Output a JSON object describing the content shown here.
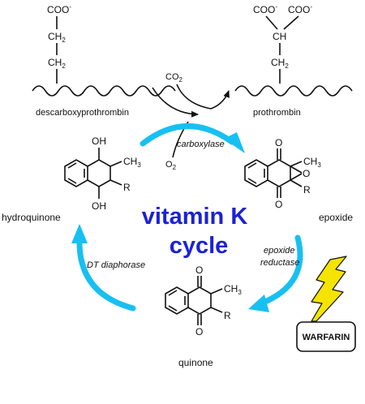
{
  "top": {
    "left_protein": {
      "group": "COO",
      "charge": "-",
      "ch2_upper": "CH",
      "ch2_upper_sub": "2",
      "ch2_lower": "CH",
      "ch2_lower_sub": "2",
      "label": "descarboxyprothrombin"
    },
    "right_protein": {
      "group_left": "COO",
      "group_right": "COO",
      "charge": "-",
      "ch": "CH",
      "ch2": "CH",
      "ch2_sub": "2",
      "label": "prothrombin"
    },
    "co2": "CO",
    "co2_sub": "2",
    "o2": "O",
    "o2_sub": "2",
    "enzyme": "carboxylase"
  },
  "center": {
    "line1": "vitamin K",
    "line2": "cycle"
  },
  "hydroquinone": {
    "label": "hydroquinone",
    "oh_top": "OH",
    "oh_bottom": "OH",
    "ch3": "CH",
    "ch3_sub": "3",
    "r": "R"
  },
  "epoxide": {
    "label": "epoxide",
    "o_top": "O",
    "o_bottom": "O",
    "o_ring": "O",
    "ch3": "CH",
    "ch3_sub": "3",
    "r": "R"
  },
  "quinone": {
    "label": "quinone",
    "o_top": "O",
    "o_bottom": "O",
    "ch3": "CH",
    "ch3_sub": "3",
    "r": "R"
  },
  "enzymes": {
    "epoxide_reductase_1": "epoxide",
    "epoxide_reductase_2": "reductase",
    "dt_diaphorase": "DT diaphorase"
  },
  "inhibitor": {
    "label": "WARFARIN"
  },
  "colors": {
    "cycle_arrow": "#17c0f2",
    "title": "#1a22d6",
    "bolt": "#f4e400"
  }
}
